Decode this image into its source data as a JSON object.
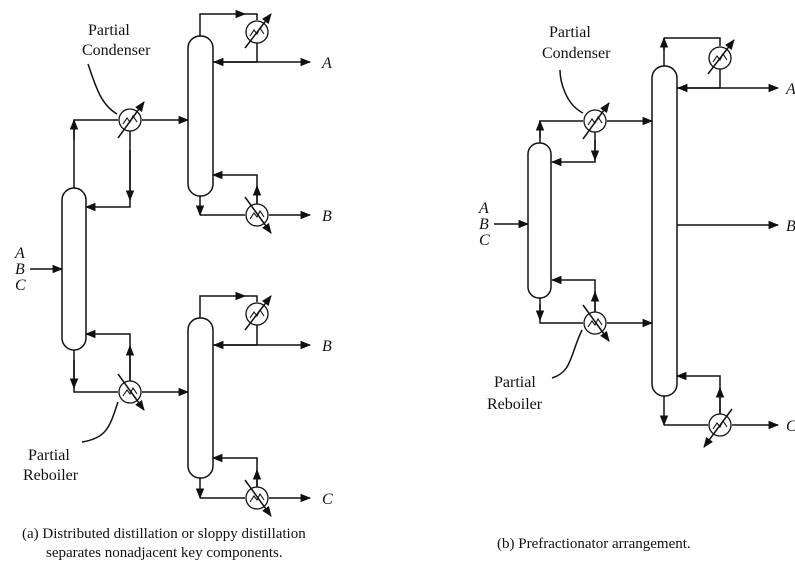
{
  "diagram": {
    "left": {
      "feed": [
        "A",
        "B",
        "C"
      ],
      "condenser_label": [
        "Partial",
        "Condenser"
      ],
      "reboiler_label": [
        "Partial",
        "Reboiler"
      ],
      "upper_products": [
        "A",
        "B"
      ],
      "lower_products": [
        "B",
        "C"
      ],
      "caption": [
        "(a)  Distributed distillation or sloppy distillation",
        "separates nonadjacent key components."
      ]
    },
    "right": {
      "feed": [
        "A",
        "B",
        "C"
      ],
      "condenser_label": [
        "Partial",
        "Condenser"
      ],
      "reboiler_label": [
        "Partial",
        "Reboiler"
      ],
      "products": [
        "A",
        "B",
        "C"
      ],
      "caption": "(b)  Prefractionator arrangement."
    }
  }
}
